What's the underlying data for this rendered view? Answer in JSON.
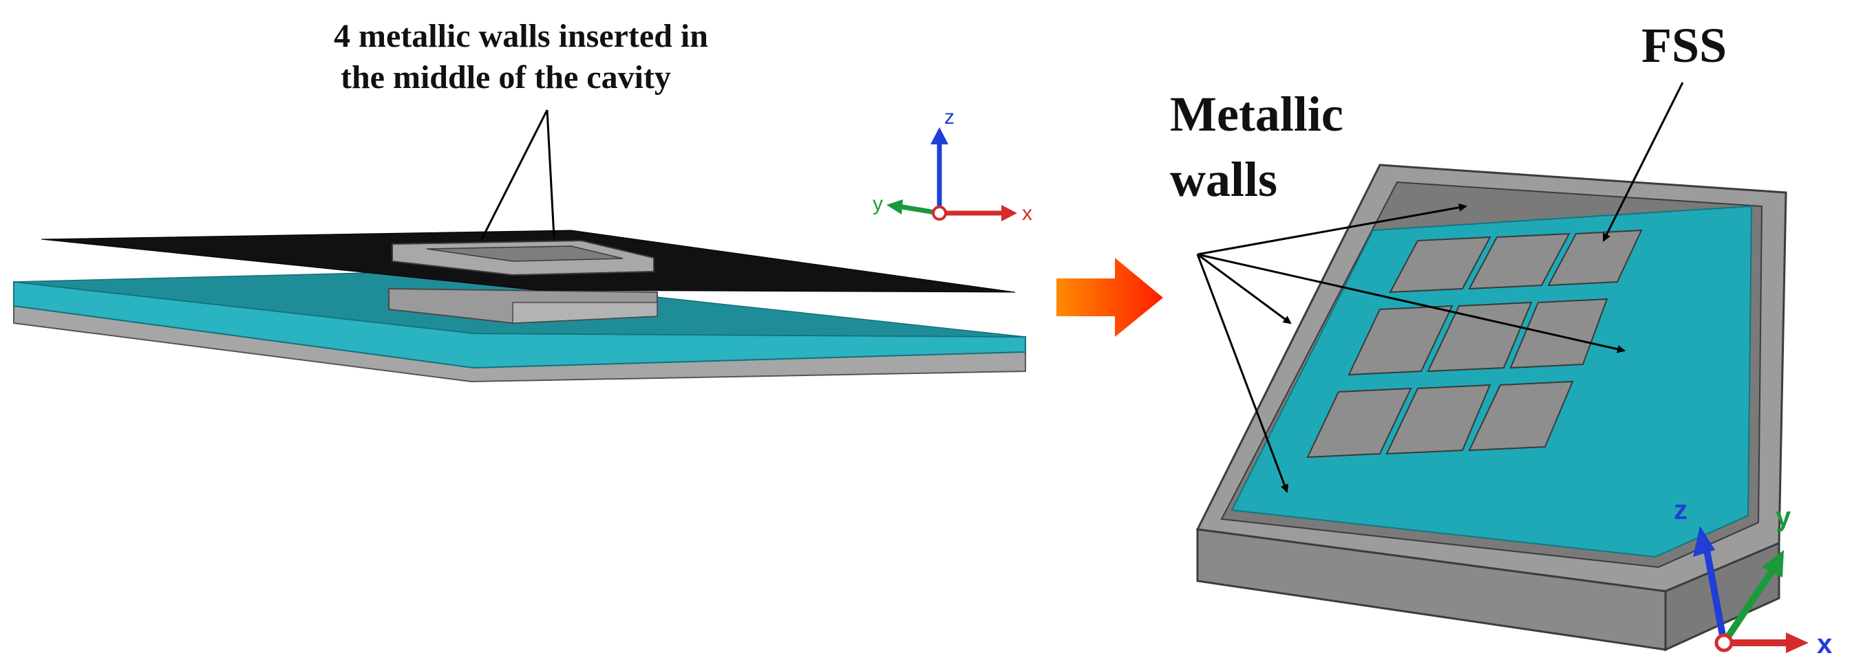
{
  "labels": {
    "walls_callout_line1": "4 metallic walls inserted in",
    "walls_callout_line2": "the middle of the cavity",
    "metallic_walls_line1": "Metallic",
    "metallic_walls_line2": "walls",
    "fss": "FSS"
  },
  "axes_left": {
    "z": "z",
    "y": "y",
    "x": "x"
  },
  "axes_right": {
    "z": "z",
    "y": "y",
    "x": "x"
  },
  "colors": {
    "substrate": "#2ab3c0",
    "metal_gray": "#8f8f8f",
    "black_sheet": "#111111",
    "arrow_red": "#ff3b00",
    "axis_z": "#1f3fd6",
    "axis_y": "#1a9a3a",
    "axis_x": "#d42c2c"
  }
}
